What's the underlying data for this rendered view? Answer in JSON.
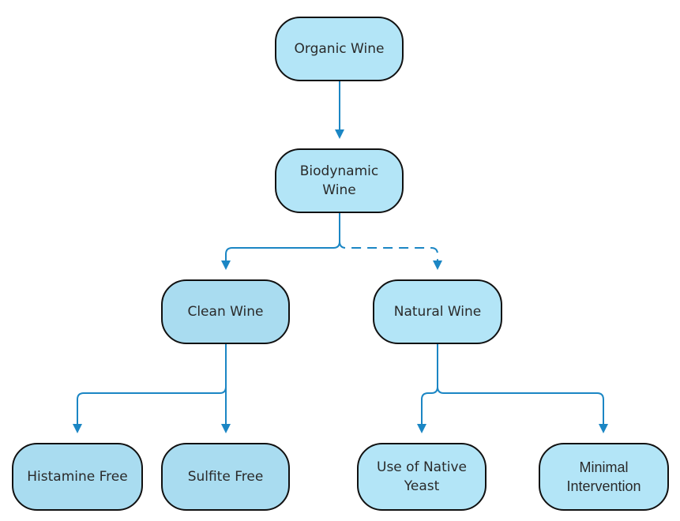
{
  "colors": {
    "node_fill": "#b3e5f7",
    "node_fill_dark": "#a9dcf0",
    "node_border": "#111111",
    "connector": "#1b86c4"
  },
  "nodes": {
    "organic": "Organic Wine",
    "biodynamic": "Biodynamic Wine",
    "clean": "Clean Wine",
    "natural": "Natural Wine",
    "histamine": "Histamine Free",
    "sulfite": "Sulfite Free",
    "native_yeast": "Use of Native Yeast",
    "minimal": "Minimal Intervention"
  },
  "edges": [
    {
      "from": "Organic Wine",
      "to": "Biodynamic Wine",
      "style": "solid"
    },
    {
      "from": "Biodynamic Wine",
      "to": "Clean Wine",
      "style": "solid"
    },
    {
      "from": "Biodynamic Wine",
      "to": "Natural Wine",
      "style": "dashed"
    },
    {
      "from": "Clean Wine",
      "to": "Histamine Free",
      "style": "solid"
    },
    {
      "from": "Clean Wine",
      "to": "Sulfite Free",
      "style": "solid"
    },
    {
      "from": "Natural Wine",
      "to": "Use of Native Yeast",
      "style": "solid"
    },
    {
      "from": "Natural Wine",
      "to": "Minimal Intervention",
      "style": "solid"
    }
  ]
}
